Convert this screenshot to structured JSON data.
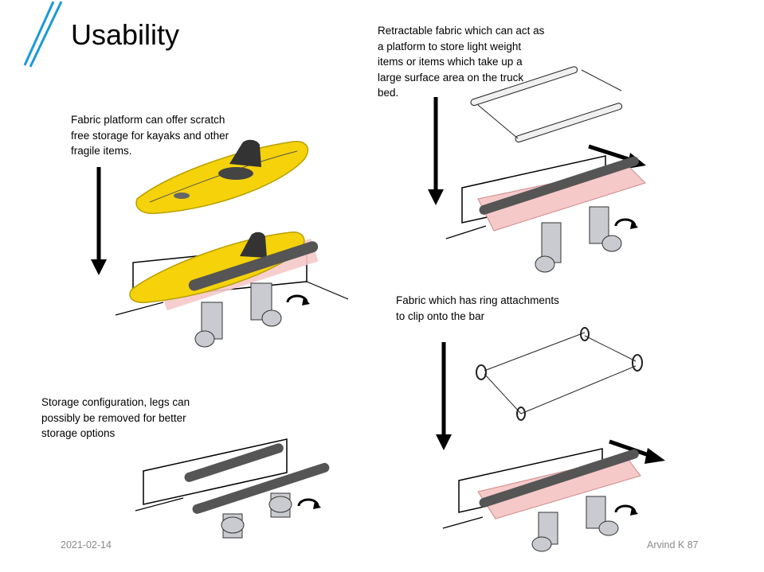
{
  "slide": {
    "title": "Usability",
    "accent_color": "#1a9ad7",
    "date": "2021-02-14",
    "footer_right": "Arvind K 87"
  },
  "captions": {
    "kayak": [
      "Fabric platform can offer scratch",
      "free storage for kayaks and other",
      "fragile items."
    ],
    "retractable": [
      "Retractable fabric which can act as",
      "a platform to store light weight",
      "items or items which take up a",
      "large surface area on the truck",
      "bed."
    ],
    "rings": [
      "Fabric which has ring attachments",
      "to clip onto the bar"
    ],
    "storage": [
      "Storage configuration, legs can",
      "possibly be removed for better",
      "storage options"
    ]
  },
  "colors": {
    "kayak_yellow": "#f5d20a",
    "fabric_pink": "#f6c9c9",
    "bar_dark": "#555555",
    "leg_gray": "#c9cbd0"
  }
}
